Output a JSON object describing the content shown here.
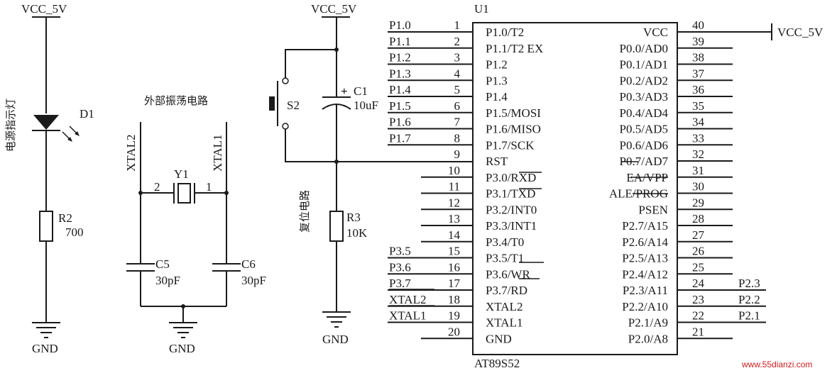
{
  "power_labels": {
    "vcc": "VCC_5V",
    "gnd": "GND"
  },
  "led_section": {
    "label_vertical": "电源指示灯",
    "led": "D1",
    "resistor": "R2",
    "resistor_value": "700"
  },
  "osc_section": {
    "title": "外部振荡电路",
    "xtal2_label": "XTAL2",
    "xtal1_label": "XTAL1",
    "crystal": "Y1",
    "pin_2": "2",
    "pin_1": "1",
    "cap_left": "C5",
    "cap_left_value": "30pF",
    "cap_right": "C6",
    "cap_right_value": "30pF"
  },
  "reset_section": {
    "label_vertical": "复位电路",
    "switch": "S2",
    "cap": "C1",
    "cap_value": "10uF",
    "cap_polarity": "+",
    "resistor": "R3",
    "resistor_value": "10K"
  },
  "mcu": {
    "ref": "U1",
    "part": "AT89S52",
    "left_pins": [
      {
        "num": "1",
        "name": "P1.0/T2",
        "net": "P1.0"
      },
      {
        "num": "2",
        "name": "P1.1/T2 EX",
        "net": "P1.1"
      },
      {
        "num": "3",
        "name": "P1.2",
        "net": "P1.2"
      },
      {
        "num": "4",
        "name": "P1.3",
        "net": "P1.3"
      },
      {
        "num": "5",
        "name": "P1.4",
        "net": "P1.4"
      },
      {
        "num": "6",
        "name": "P1.5/MOSI",
        "net": "P1.5"
      },
      {
        "num": "7",
        "name": "P1.6/MISO",
        "net": "P1.6"
      },
      {
        "num": "8",
        "name": "P1.7/SCK",
        "net": "P1.7"
      },
      {
        "num": "9",
        "name": "RST",
        "net": ""
      },
      {
        "num": "10",
        "name": "P3.0/RXD",
        "net": ""
      },
      {
        "num": "11",
        "name": "P3.1/TXD",
        "net": ""
      },
      {
        "num": "12",
        "name": "P3.2/INT0",
        "net": ""
      },
      {
        "num": "13",
        "name": "P3.3/INT1",
        "net": ""
      },
      {
        "num": "14",
        "name": "P3.4/T0",
        "net": ""
      },
      {
        "num": "15",
        "name": "P3.5/T1",
        "net": "P3.5"
      },
      {
        "num": "16",
        "name": "P3.6/WR",
        "net": "P3.6"
      },
      {
        "num": "17",
        "name": "P3.7/RD",
        "net": "P3.7"
      },
      {
        "num": "18",
        "name": "XTAL2",
        "net": "XTAL2"
      },
      {
        "num": "19",
        "name": "XTAL1",
        "net": "XTAL1"
      },
      {
        "num": "20",
        "name": "GND",
        "net": ""
      }
    ],
    "right_pins": [
      {
        "num": "40",
        "name": "VCC",
        "net": "VCC_5V"
      },
      {
        "num": "39",
        "name": "P0.0/AD0",
        "net": ""
      },
      {
        "num": "38",
        "name": "P0.1/AD1",
        "net": ""
      },
      {
        "num": "37",
        "name": "P0.2/AD2",
        "net": ""
      },
      {
        "num": "36",
        "name": "P0.3/AD3",
        "net": ""
      },
      {
        "num": "35",
        "name": "P0.4/AD4",
        "net": ""
      },
      {
        "num": "34",
        "name": "P0.5/AD5",
        "net": ""
      },
      {
        "num": "33",
        "name": "P0.6/AD6",
        "net": ""
      },
      {
        "num": "32",
        "name": "P0.7/AD7",
        "net": ""
      },
      {
        "num": "31",
        "name": "EA/VPP",
        "net": ""
      },
      {
        "num": "30",
        "name": "ALE/PROG",
        "net": ""
      },
      {
        "num": "29",
        "name": "PSEN",
        "net": ""
      },
      {
        "num": "28",
        "name": "P2.7/A15",
        "net": ""
      },
      {
        "num": "27",
        "name": "P2.6/A14",
        "net": ""
      },
      {
        "num": "26",
        "name": "P2.5/A13",
        "net": ""
      },
      {
        "num": "25",
        "name": "P2.4/A12",
        "net": ""
      },
      {
        "num": "24",
        "name": "P2.3/A11",
        "net": "P2.3"
      },
      {
        "num": "23",
        "name": "P2.2/A10",
        "net": "P2.2"
      },
      {
        "num": "22",
        "name": "P2.1/A9",
        "net": "P2.1"
      },
      {
        "num": "21",
        "name": "P2.0/A8",
        "net": ""
      }
    ]
  },
  "watermark": "www.55dianzi.com"
}
